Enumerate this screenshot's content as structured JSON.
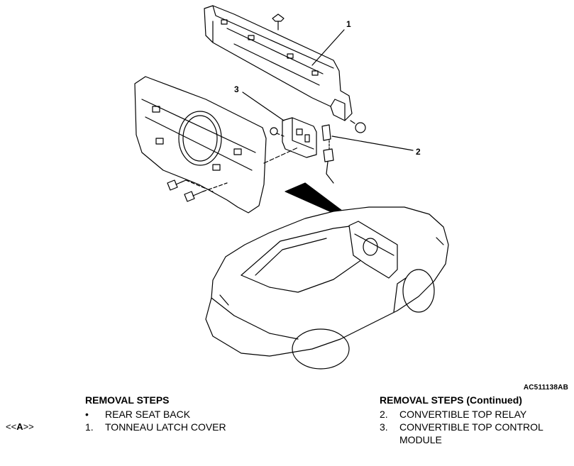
{
  "callouts": {
    "c1": "1",
    "c2": "2",
    "c3": "3"
  },
  "figure_id": "AC511138AB",
  "marker": {
    "open": "<<",
    "letter": "A",
    "close": ">>"
  },
  "left_column": {
    "title": "REMOVAL STEPS",
    "steps": [
      {
        "num": "•",
        "text": "REAR SEAT BACK"
      },
      {
        "num": "1.",
        "text": "TONNEAU LATCH COVER"
      }
    ]
  },
  "right_column": {
    "title": "REMOVAL STEPS (Continued)",
    "steps": [
      {
        "num": "2.",
        "text": "CONVERTIBLE TOP RELAY"
      },
      {
        "num": "3.",
        "text": "CONVERTIBLE TOP CONTROL",
        "text_cont": "MODULE"
      }
    ]
  }
}
